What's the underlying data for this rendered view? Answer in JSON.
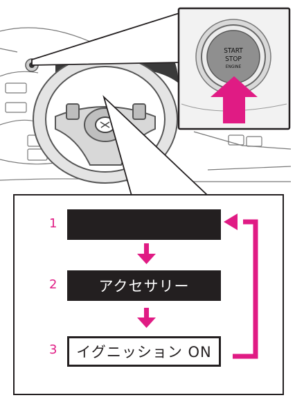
{
  "push_button": {
    "line1": "START",
    "line2": "STOP",
    "line3": "ENGINE"
  },
  "modes": [
    {
      "number": "1",
      "label": ""
    },
    {
      "number": "2",
      "label": "アクセサリー"
    },
    {
      "number": "3",
      "label": "イグニッション ON"
    }
  ],
  "colors": {
    "accent": "#e01b84",
    "dark": "#231f20"
  },
  "icons": [
    "steering-wheel-icon",
    "down-arrow-icon",
    "return-arrow-icon",
    "push-arrow-icon"
  ]
}
